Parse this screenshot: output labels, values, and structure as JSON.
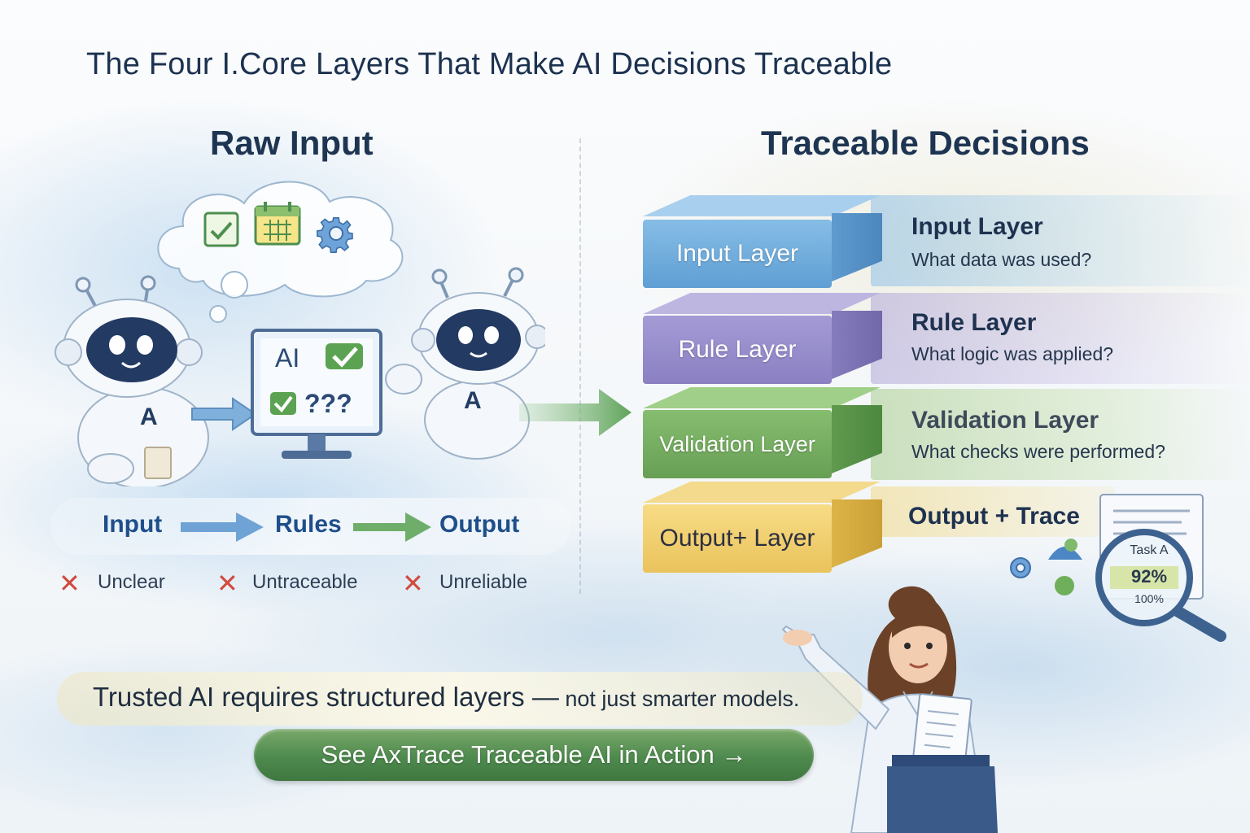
{
  "title": "The Four I.Core Layers That Make AI Decisions Traceable",
  "left": {
    "heading": "Raw Input",
    "monitor": {
      "ai_label": "AI",
      "unknown_label": "???"
    },
    "robot_letter": "A",
    "flow": [
      "Input",
      "Rules",
      "Output"
    ],
    "problems": [
      "Unclear",
      "Untraceable",
      "Unreliable"
    ]
  },
  "right": {
    "heading": "Traceable Decisions",
    "layers": [
      {
        "block_label": "Input Layer",
        "title": "Input Layer",
        "question": "What data was used?",
        "color": "#6aa9d8"
      },
      {
        "block_label": "Rule Layer",
        "title": "Rule Layer",
        "question": "What logic was applied?",
        "color": "#8e86c6"
      },
      {
        "block_label": "Validation Layer",
        "title": "Validation Layer",
        "question": "What checks were performed?",
        "color": "#73a95e"
      },
      {
        "block_label": "Output+ Layer",
        "title": "Output + Trace",
        "question": "",
        "color": "#eec85e"
      }
    ],
    "report": {
      "task": "Task A",
      "score": "92%",
      "total": "100%"
    }
  },
  "tagline": {
    "main": "Trusted AI requires structured layers —",
    "sub": " not just smarter models."
  },
  "cta": "See AxTrace Traceable AI in Action →",
  "colors": {
    "accent_blue": "#1f4f8a",
    "cta_green": "#4e8a4e",
    "error_red": "#d24a3e"
  }
}
